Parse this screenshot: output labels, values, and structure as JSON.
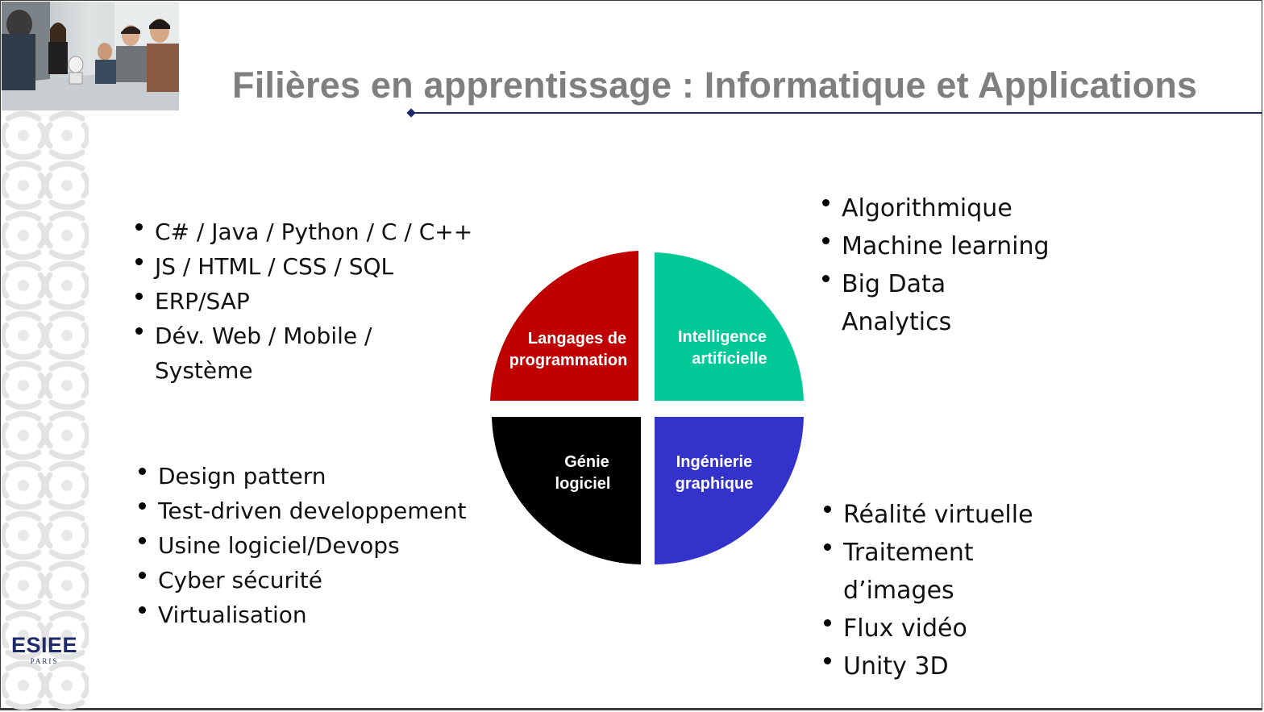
{
  "slide": {
    "title": "Filières en apprentissage : Informatique et Applications"
  },
  "colors": {
    "title_gray": "#7f7f7f",
    "rule_navy": "#1f2a6b",
    "quadrant_red": "#c00000",
    "quadrant_teal": "#00c896",
    "quadrant_black": "#000000",
    "quadrant_blue": "#3333cc"
  },
  "quadrants": {
    "top_left": {
      "line1": "Langages de",
      "line2": "programmation"
    },
    "top_right": {
      "line1": "Intelligence",
      "line2": "artificielle"
    },
    "bottom_left": {
      "line1": "Génie",
      "line2": "logiciel"
    },
    "bottom_right": {
      "line1": "Ingénierie",
      "line2": "graphique"
    }
  },
  "lists": {
    "top_left": [
      "C# / Java / Python / C / C++",
      "JS / HTML / CSS / SQL",
      "ERP/SAP",
      "Dév. Web / Mobile / Système"
    ],
    "bottom_left": [
      "Design pattern",
      "Test-driven developpement",
      "Usine logiciel/Devops",
      "Cyber sécurité",
      "Virtualisation"
    ],
    "top_right": [
      "Algorithmique",
      "Machine learning",
      "Big Data Analytics"
    ],
    "bottom_right": [
      "Réalité virtuelle",
      "Traitement d’images",
      "Flux vidéo",
      "Unity 3D"
    ]
  },
  "logo": {
    "name": "ESIEE",
    "city": "PARIS"
  },
  "icons": {
    "photo": "students-robot-photo",
    "pattern": "decorative-ring-pattern"
  }
}
